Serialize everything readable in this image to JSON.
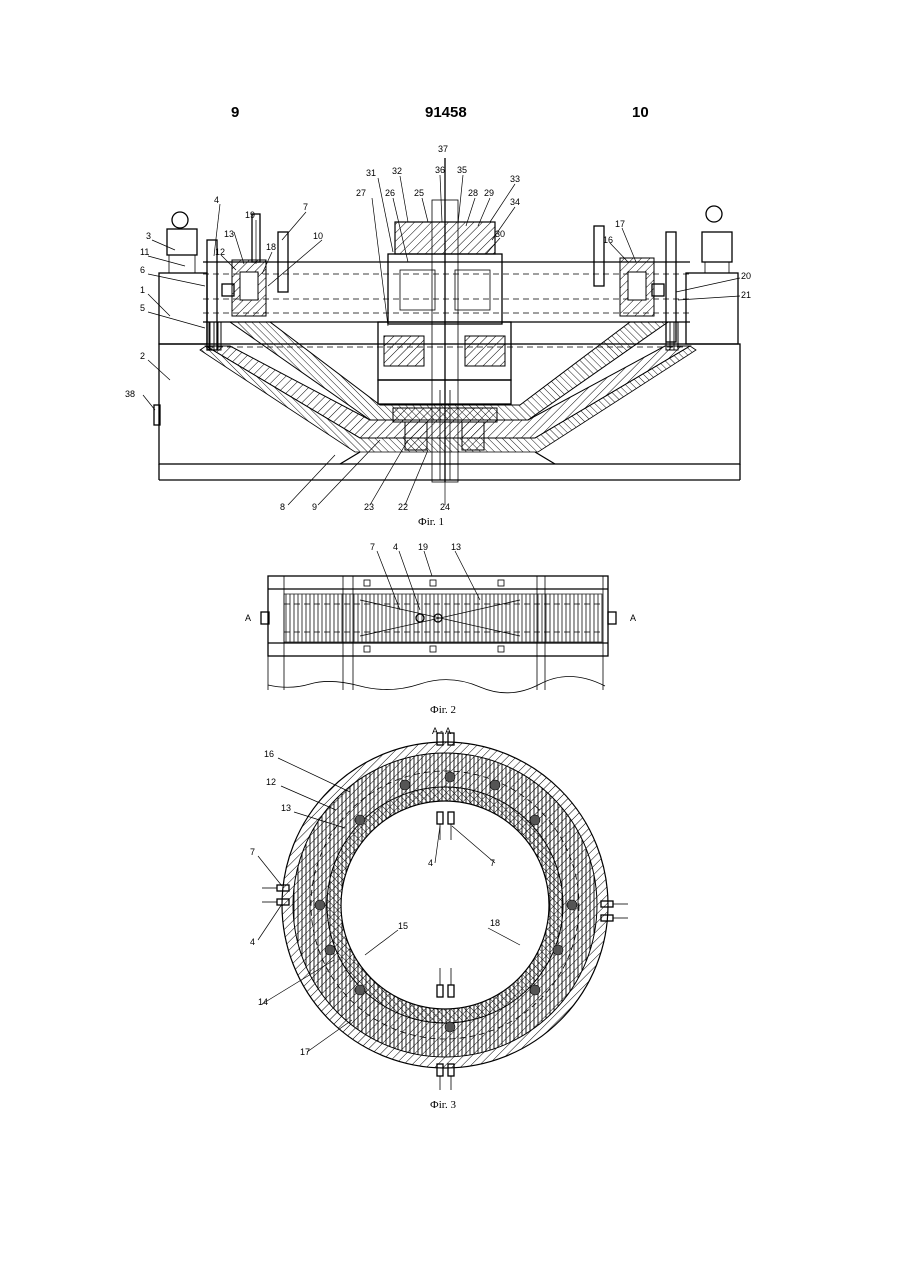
{
  "header": {
    "page_left": "9",
    "doc_number": "91458",
    "page_right": "10"
  },
  "figures": {
    "fig1": {
      "caption": "Фіг. 1",
      "labels": [
        "1",
        "2",
        "3",
        "4",
        "5",
        "6",
        "7",
        "8",
        "9",
        "10",
        "11",
        "12",
        "13",
        "16",
        "17",
        "18",
        "19",
        "20",
        "21",
        "22",
        "23",
        "24",
        "25",
        "26",
        "27",
        "28",
        "29",
        "30",
        "31",
        "32",
        "33",
        "34",
        "35",
        "36",
        "37",
        "38"
      ]
    },
    "fig2": {
      "caption": "Фіг. 2",
      "labels": [
        "7",
        "4",
        "19",
        "13",
        "A",
        "A"
      ]
    },
    "fig3": {
      "caption": "Фіг. 3",
      "section": "A - A",
      "labels": [
        "16",
        "12",
        "13",
        "7",
        "4",
        "7",
        "4",
        "15",
        "18",
        "14",
        "17"
      ]
    }
  }
}
